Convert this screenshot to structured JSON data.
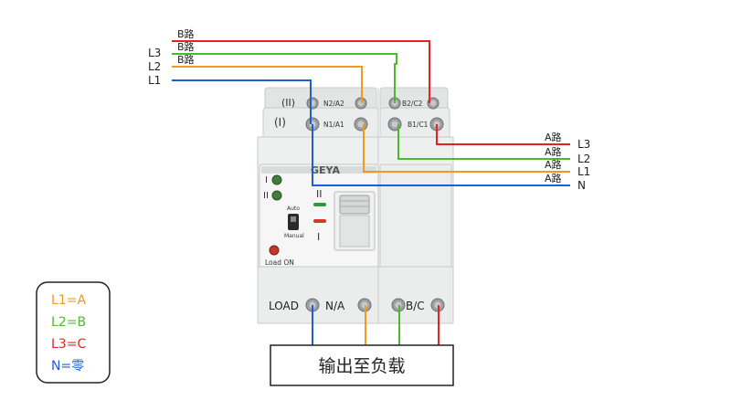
{
  "colors": {
    "red": "#e52421",
    "green": "#4fb82f",
    "orange": "#f29a1b",
    "blue": "#1f5fd6",
    "device_body": "#e9eaea",
    "device_edge": "#c9cbcc"
  },
  "top_source": {
    "wires": [
      {
        "id": "b-l3",
        "color_key": "red",
        "label": "B路",
        "line_label": ""
      },
      {
        "id": "b-l2",
        "color_key": "green",
        "label": "B路",
        "line_label": "L3"
      },
      {
        "id": "b-l1",
        "color_key": "orange",
        "label": "B路",
        "line_label": "L2"
      },
      {
        "id": "b-n",
        "color_key": "blue",
        "label": "",
        "line_label": "L1"
      }
    ]
  },
  "right_source": {
    "wires": [
      {
        "id": "a-l3",
        "color_key": "red",
        "label": "A路",
        "line_label": "L3"
      },
      {
        "id": "a-l2",
        "color_key": "green",
        "label": "A路",
        "line_label": "L2"
      },
      {
        "id": "a-l1",
        "color_key": "orange",
        "label": "A路",
        "line_label": "L1"
      },
      {
        "id": "a-n",
        "color_key": "blue",
        "label": "A路",
        "line_label": "N"
      }
    ]
  },
  "device": {
    "roman_ii_top": "(II)",
    "roman_i_top": "(I)",
    "term_n2a2": "N2/A2",
    "term_b2c2": "B2/C2",
    "term_n1a1": "N1/A1",
    "term_b1c1": "B1/C1",
    "brand": "GEYA",
    "ind_i": "I",
    "ind_ii": "II",
    "auto": "Auto",
    "manual": "Manual",
    "load_on": "Load ON",
    "handle_ii": "II",
    "handle_i": "I",
    "load": "LOAD",
    "out_na": "N/A",
    "out_bc": "B/C"
  },
  "output_box": {
    "label": "输出至负载"
  },
  "legend": {
    "items": [
      {
        "text": "L1=A",
        "color_key": "orange"
      },
      {
        "text": "L2=B",
        "color_key": "green"
      },
      {
        "text": "L3=C",
        "color_key": "red"
      },
      {
        "text": "N=零",
        "color_key": "blue"
      }
    ]
  }
}
